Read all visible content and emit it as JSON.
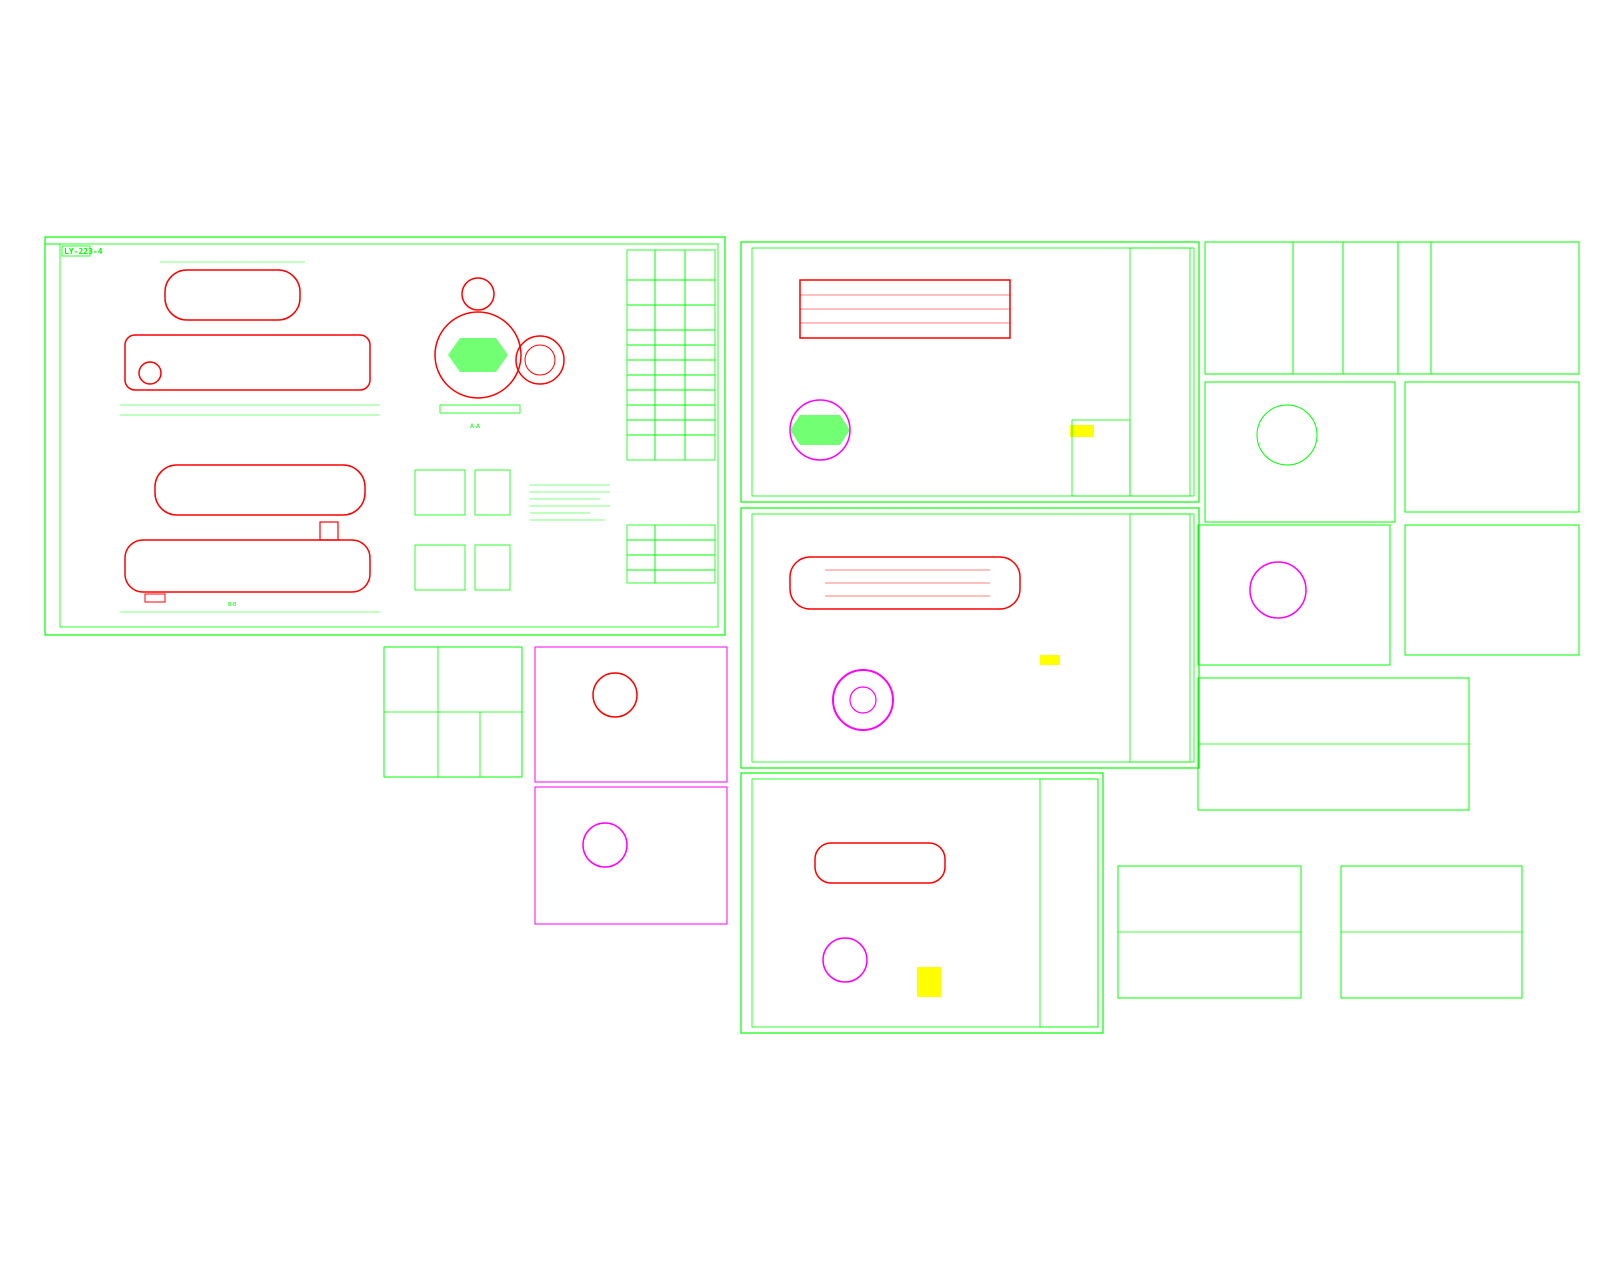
{
  "colors": {
    "background": "#ffffff",
    "frame": "#00ff00",
    "vessel": "#ff0000",
    "text": "#00ff00",
    "accent": "#ff00ff",
    "fill": "#ffff00"
  },
  "main_sheet": {
    "title": "LY-223-4",
    "section_labels": [
      "A-A",
      "B-B"
    ]
  }
}
